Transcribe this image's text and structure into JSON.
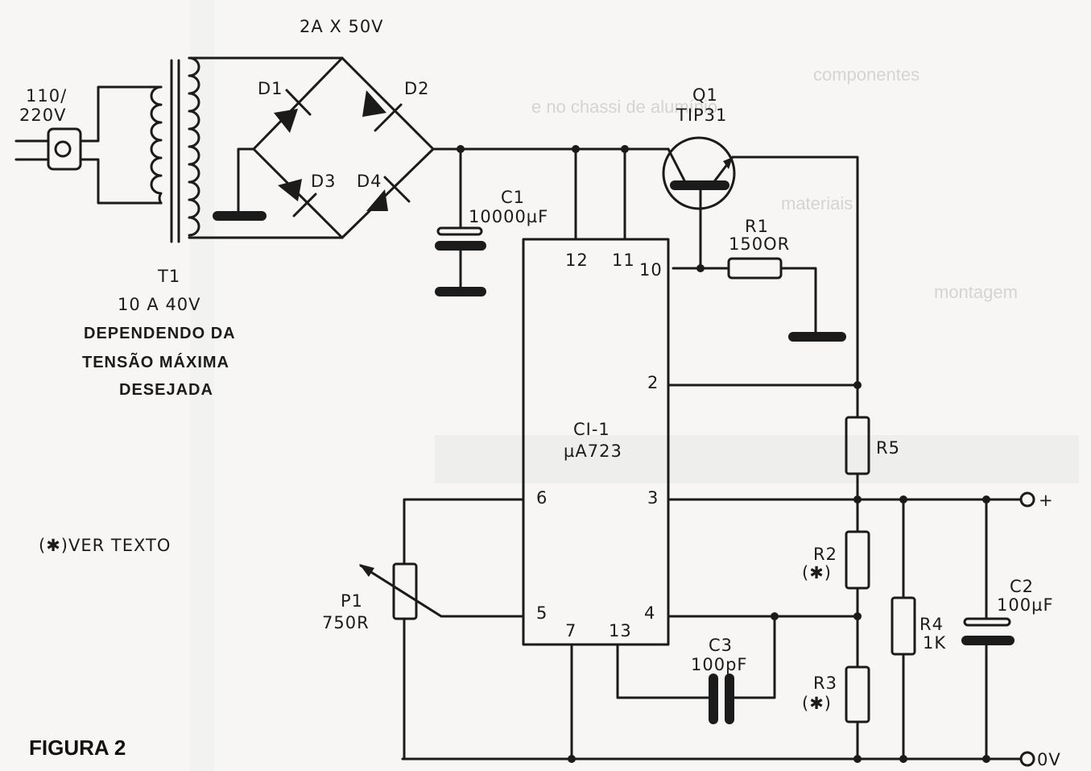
{
  "figure_label": "FIGURA 2",
  "transformer": {
    "ref": "T1",
    "input_voltage_line1": "110/",
    "input_voltage_line2": "220V",
    "rating": "10 A 40V",
    "note_line1": "DEPENDENDO DA",
    "note_line2": "TENSÃO MÁXIMA",
    "note_line3": "DESEJADA"
  },
  "bridge": {
    "rating": "2A X 50V",
    "diodes": [
      "D1",
      "D2",
      "D3",
      "D4"
    ]
  },
  "c1": {
    "ref": "C1",
    "value": "10000µF"
  },
  "q1": {
    "ref": "Q1",
    "value": "TIP31"
  },
  "r1": {
    "ref": "R1",
    "value": "150OR"
  },
  "ic": {
    "ref": "CI-1",
    "value": "µA723",
    "pins": {
      "p12": "12",
      "p11": "11",
      "p10": "10",
      "p2": "2",
      "p3": "3",
      "p6": "6",
      "p5": "5",
      "p4": "4",
      "p7": "7",
      "p13": "13"
    }
  },
  "r5": {
    "ref": "R5"
  },
  "r2": {
    "ref": "R2",
    "note": "(✱)"
  },
  "r3": {
    "ref": "R3",
    "note": "(✱)"
  },
  "r4": {
    "ref": "R4",
    "value": "1K"
  },
  "c2": {
    "ref": "C2",
    "value": "100µF"
  },
  "c3": {
    "ref": "C3",
    "value": "100pF"
  },
  "p1": {
    "ref": "P1",
    "value": "750R"
  },
  "terminals": {
    "plus": "+",
    "zero": "0V"
  },
  "footnote": "(✱)VER TEXTO",
  "colors": {
    "ink": "#1b1b1b",
    "paper": "#f7f6f4",
    "bleed_through": "#b9b9b9"
  }
}
